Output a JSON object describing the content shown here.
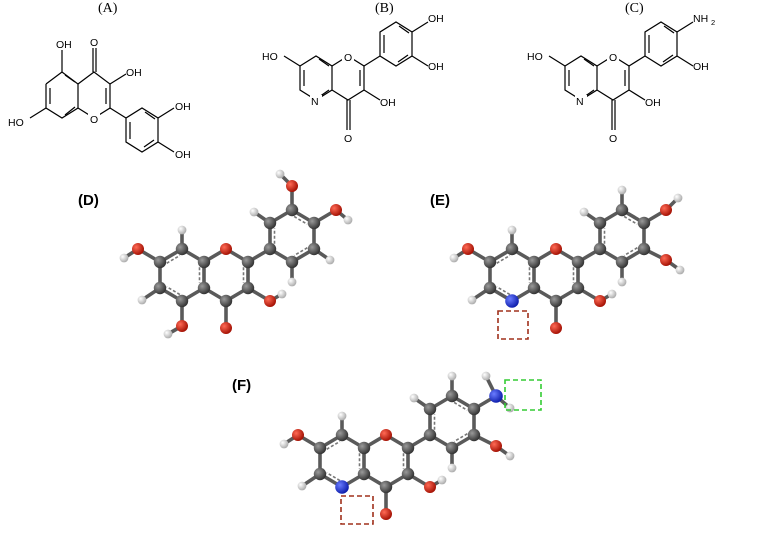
{
  "panels": {
    "A": {
      "label": "(A)"
    },
    "B": {
      "label": "(B)"
    },
    "C": {
      "label": "(C)"
    },
    "D": {
      "label": "(D)"
    },
    "E": {
      "label": "(E)"
    },
    "F": {
      "label": "(F)"
    }
  },
  "atoms": {
    "oh": "OH",
    "ho": "HO",
    "o": "O",
    "n": "N",
    "nh": "NH",
    "nh_sub": "2"
  },
  "colors": {
    "carbon": "#4a4a4a",
    "oxygen": "#cc1a0a",
    "nitrogen": "#1830d0",
    "hydrogen": "#d8d8d8",
    "pyridine_box": "#a0301c",
    "amine_box": "#33cc33"
  }
}
